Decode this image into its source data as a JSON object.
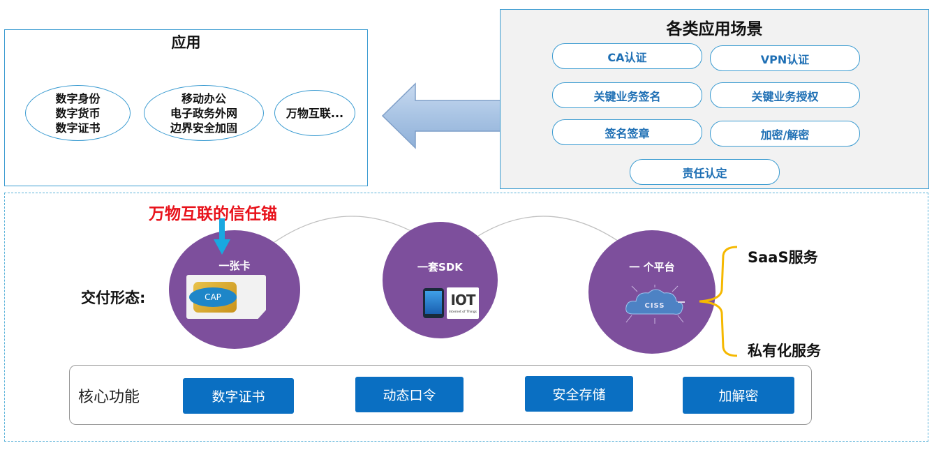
{
  "apps": {
    "title": "应用",
    "groups": [
      [
        "数字身份",
        "数字货币",
        "数字证书"
      ],
      [
        "移动办公",
        "电子政务外网",
        "边界安全加固"
      ],
      [
        "万物互联..."
      ]
    ]
  },
  "scenes": {
    "title": "各类应用场景",
    "items": [
      "CA认证",
      "VPN认证",
      "关键业务签名",
      "关键业务授权",
      "签名签章",
      "加密/解密",
      "责任认定"
    ]
  },
  "trust_anchor": "万物互联的信任锚",
  "delivery": {
    "label": "交付形态:",
    "forms": [
      "一张卡",
      "一套SDK",
      "一 个平台"
    ],
    "card_chip_label": "CAP",
    "iot_logo": "IOT",
    "iot_sub": "Internet of Things",
    "cloud_label": "CISS"
  },
  "services": [
    "SaaS服务",
    "私有化服务"
  ],
  "core": {
    "label": "核心功能",
    "functions": [
      "数字证书",
      "动态口令",
      "安全存储",
      "加解密"
    ]
  },
  "colors": {
    "border_blue": "#3a9bd1",
    "pill_text": "#1e6fb4",
    "circle_purple": "#7d4f9c",
    "core_button": "#0a6fc2",
    "anchor_red": "#e8121b",
    "arrow_fill": "#a9c4e4",
    "brace": "#f5b800"
  },
  "icons": {
    "arrow": "left-block-arrow",
    "down": "cyan-down-arrow",
    "brace": "yellow-curly-brace"
  }
}
